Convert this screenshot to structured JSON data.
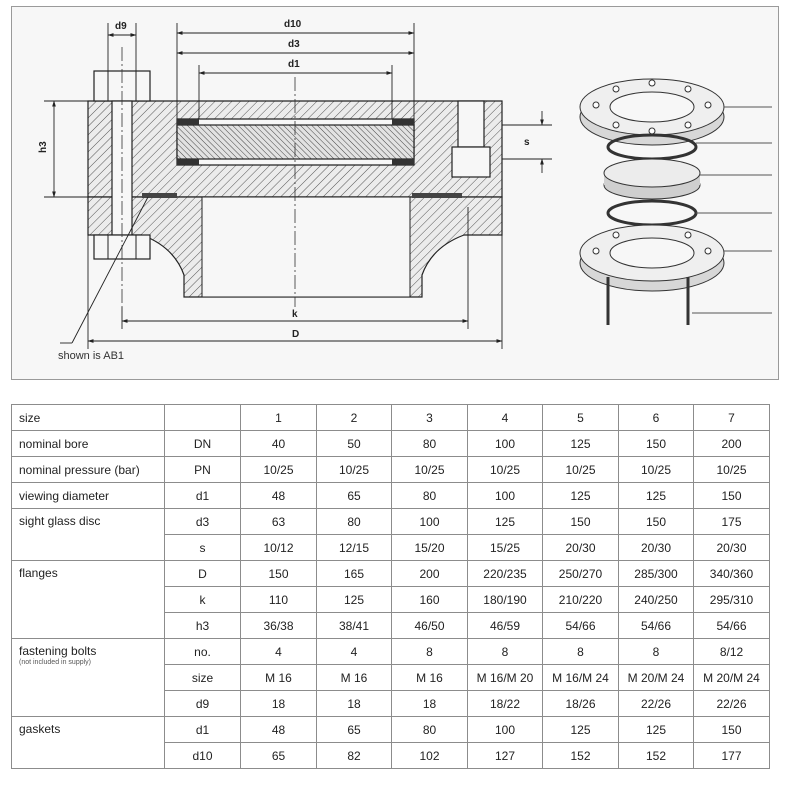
{
  "drawing": {
    "dims": {
      "d9": "d9",
      "d10": "d10",
      "d3": "d3",
      "d1": "d1",
      "h3": "h3",
      "s": "s",
      "k": "k",
      "D": "D"
    },
    "callout": "shown is AB1"
  },
  "table": {
    "header": {
      "param": "size",
      "sizes": [
        "1",
        "2",
        "3",
        "4",
        "5",
        "6",
        "7"
      ]
    },
    "groups": [
      {
        "param": "nominal bore",
        "rows": [
          {
            "symbol": "DN",
            "values": [
              "40",
              "50",
              "80",
              "100",
              "125",
              "150",
              "200"
            ]
          }
        ]
      },
      {
        "param": "nominal pressure (bar)",
        "rows": [
          {
            "symbol": "PN",
            "values": [
              "10/25",
              "10/25",
              "10/25",
              "10/25",
              "10/25",
              "10/25",
              "10/25"
            ]
          }
        ]
      },
      {
        "param": "viewing diameter",
        "rows": [
          {
            "symbol": "d1",
            "values": [
              "48",
              "65",
              "80",
              "100",
              "125",
              "125",
              "150"
            ]
          }
        ]
      },
      {
        "param": "sight glass disc",
        "rows": [
          {
            "symbol": "d3",
            "values": [
              "63",
              "80",
              "100",
              "125",
              "150",
              "150",
              "175"
            ]
          },
          {
            "symbol": "s",
            "values": [
              "10/12",
              "12/15",
              "15/20",
              "15/25",
              "20/30",
              "20/30",
              "20/30"
            ]
          }
        ]
      },
      {
        "param": "flanges",
        "rows": [
          {
            "symbol": "D",
            "values": [
              "150",
              "165",
              "200",
              "220/235",
              "250/270",
              "285/300",
              "340/360"
            ]
          },
          {
            "symbol": "k",
            "values": [
              "110",
              "125",
              "160",
              "180/190",
              "210/220",
              "240/250",
              "295/310"
            ]
          },
          {
            "symbol": "h3",
            "values": [
              "36/38",
              "38/41",
              "46/50",
              "46/59",
              "54/66",
              "54/66",
              "54/66"
            ]
          }
        ]
      },
      {
        "param": "fastening bolts",
        "note": "(not included in supply)",
        "rows": [
          {
            "symbol": "no.",
            "values": [
              "4",
              "4",
              "8",
              "8",
              "8",
              "8",
              "8/12"
            ]
          },
          {
            "symbol": "size",
            "values": [
              "M 16",
              "M 16",
              "M 16",
              "M 16/M 20",
              "M 16/M 24",
              "M 20/M 24",
              "M 20/M 24"
            ]
          },
          {
            "symbol": "d9",
            "values": [
              "18",
              "18",
              "18",
              "18/22",
              "18/26",
              "22/26",
              "22/26"
            ]
          }
        ]
      },
      {
        "param": "gaskets",
        "rows": [
          {
            "symbol": "d1",
            "values": [
              "48",
              "65",
              "80",
              "100",
              "125",
              "125",
              "150"
            ]
          },
          {
            "symbol": "d10",
            "values": [
              "65",
              "82",
              "102",
              "127",
              "152",
              "152",
              "177"
            ]
          }
        ]
      }
    ]
  }
}
